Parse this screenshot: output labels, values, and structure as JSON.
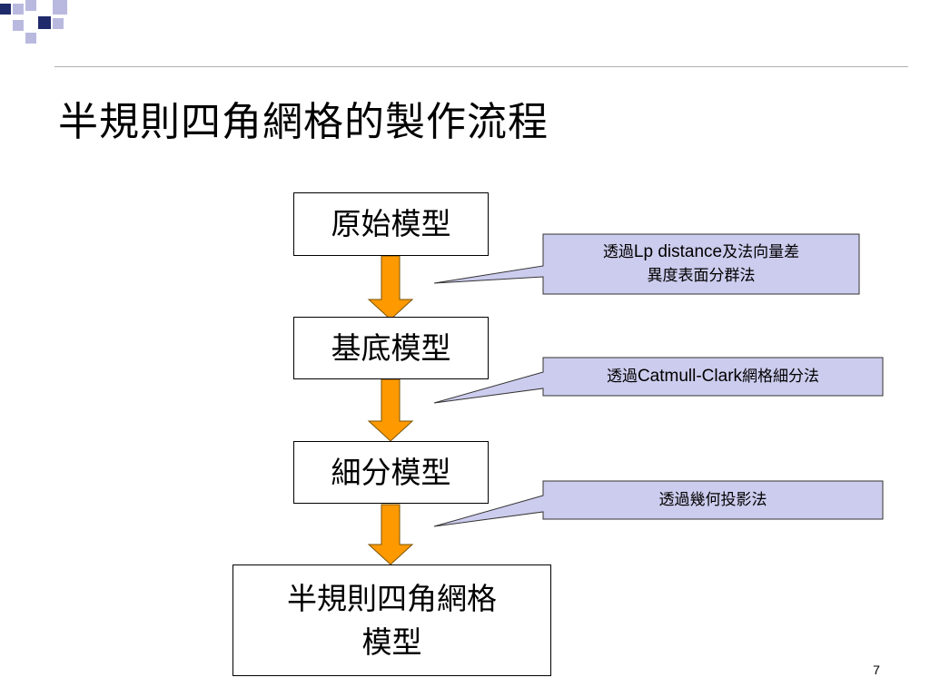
{
  "title": "半規則四角網格的製作流程",
  "flow_steps": [
    {
      "label": "原始模型"
    },
    {
      "label": "基底模型"
    },
    {
      "label": "細分模型"
    },
    {
      "label_line1": "半規則四角網格",
      "label_line2": "模型"
    }
  ],
  "callouts": [
    {
      "prefix": "透過",
      "term": "Lp distance",
      "suffix": "及法向量差",
      "line2": "異度表面分群法"
    },
    {
      "prefix": "透過",
      "term": "Catmull-Clark",
      "suffix": "網格細分法"
    },
    {
      "text": "透過幾何投影法"
    }
  ],
  "page_number": "7",
  "colors": {
    "arrow_fill": "#ff9900",
    "arrow_stroke": "#7a5200",
    "callout_fill": "#ccccee",
    "deco_navy": "#1f2a6b",
    "deco_lavender": "#b9b9e0"
  }
}
